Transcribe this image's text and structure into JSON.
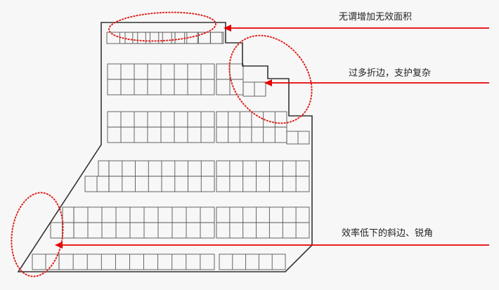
{
  "annotations": [
    {
      "id": "invalid-area",
      "text": "无谓增加无效面积"
    },
    {
      "id": "too-many-folds",
      "text": "过多折边，支护复杂"
    },
    {
      "id": "sloped-edge",
      "text": "效率低下的斜边、锐角"
    }
  ],
  "colors": {
    "background": "#f7f7f7",
    "outline": "#333333",
    "stalls": "#555555",
    "arrow": "#e60000",
    "circle": "#e0201a",
    "text": "#222222"
  }
}
